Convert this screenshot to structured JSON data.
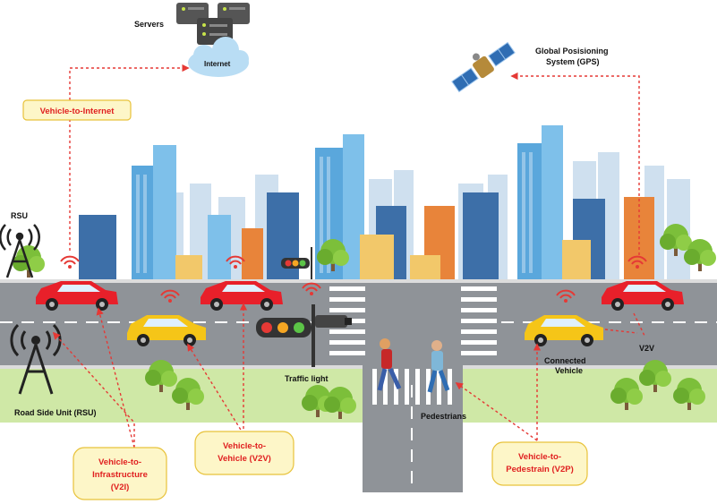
{
  "labels": {
    "servers": "Servers",
    "internet": "Internet",
    "gps_line1": "Global Posisioning",
    "gps_line2": "System (GPS)",
    "rsu_top": "RSU",
    "rsu_bottom": "Road Side Unit (RSU)",
    "traffic_light": "Traffic light",
    "pedestrians": "Pedestrians",
    "v2v": "V2V",
    "connected_line1": "Connected",
    "connected_line2": "Vehicle"
  },
  "callouts": {
    "v2internet": "Vehicle-to-Internet",
    "v2i_line1": "Vehicle-to-",
    "v2i_line2": "Infrastructure",
    "v2i_line3": "(V2I)",
    "v2v_line1": "Vehicle-to-",
    "v2v_line2": "Vehicle (V2V)",
    "v2p_line1": "Vehicle-to-",
    "v2p_line2": "Pedestrain (V2P)"
  },
  "colors": {
    "accent_red": "#e53935",
    "callout_fill": "#fdf6c8",
    "road": "#8f9398",
    "grass": "#cfe8a6",
    "car_red": "#e8202a",
    "car_yellow": "#f5c518"
  }
}
